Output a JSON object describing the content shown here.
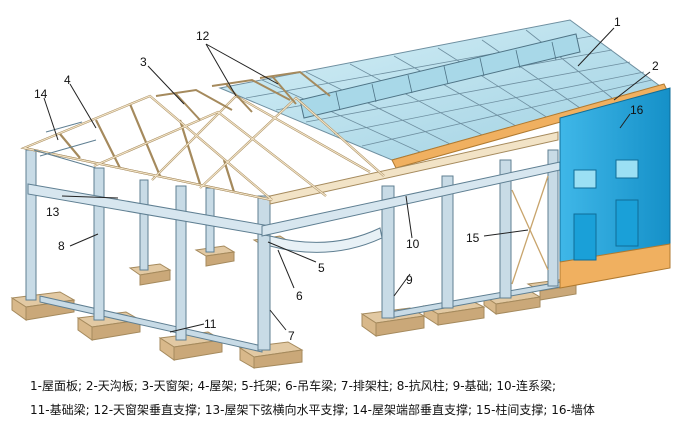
{
  "callouts": [
    {
      "id": "1",
      "text": "1"
    },
    {
      "id": "2",
      "text": "2"
    },
    {
      "id": "3",
      "text": "3"
    },
    {
      "id": "4",
      "text": "4"
    },
    {
      "id": "5",
      "text": "5"
    },
    {
      "id": "6",
      "text": "6"
    },
    {
      "id": "7",
      "text": "7"
    },
    {
      "id": "8",
      "text": "8"
    },
    {
      "id": "9",
      "text": "9"
    },
    {
      "id": "10",
      "text": "10"
    },
    {
      "id": "11",
      "text": "11"
    },
    {
      "id": "12",
      "text": "12"
    },
    {
      "id": "13",
      "text": "13"
    },
    {
      "id": "14",
      "text": "14"
    },
    {
      "id": "15",
      "text": "15"
    },
    {
      "id": "16",
      "text": "16"
    }
  ],
  "legend": {
    "line1": "1-屋面板; 2-天沟板; 3-天窗架; 4-屋架; 5-托架; 6-吊车梁; 7-排架柱; 8-抗风柱; 9-基础; 10-连系梁;",
    "line2": "11-基础梁; 12-天窗架垂直支撑; 13-屋架下弦横向水平支撑; 14-屋架端部垂直支撑; 15-柱间支撑; 16-墙体"
  },
  "colors": {
    "steel": "#c8dbe6",
    "steel_edge": "#5f7f92",
    "truss": "#f2e3c6",
    "truss_edge": "#a58a5d",
    "roof_glass": "#bfe3ee",
    "roof_line": "#6e8fa0",
    "wall_blue": "#1ea5df",
    "wall_orange": "#f0b060",
    "footing": "#e2c9a3"
  }
}
